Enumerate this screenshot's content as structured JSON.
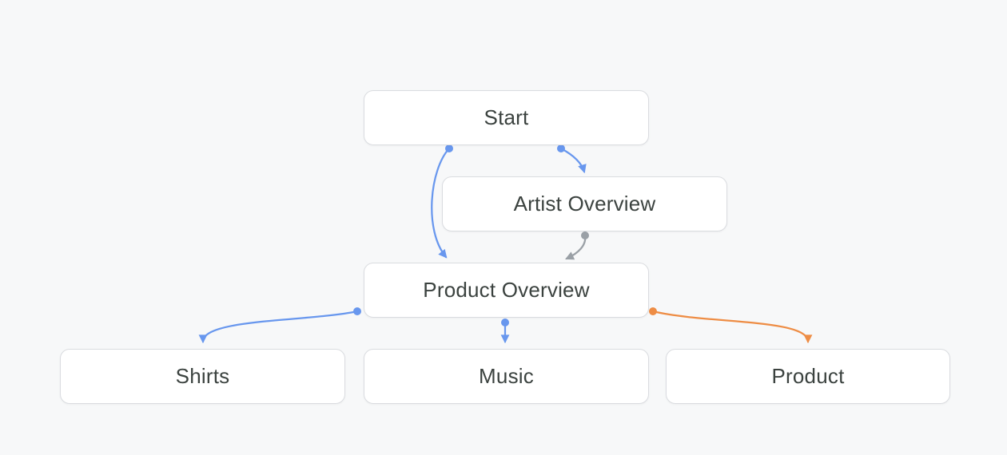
{
  "diagram": {
    "nodes": [
      {
        "id": "start",
        "label": "Start"
      },
      {
        "id": "artist-overview",
        "label": "Artist Overview"
      },
      {
        "id": "product-overview",
        "label": "Product Overview"
      },
      {
        "id": "shirts",
        "label": "Shirts"
      },
      {
        "id": "music",
        "label": "Music"
      },
      {
        "id": "product",
        "label": "Product"
      }
    ],
    "edges": [
      {
        "from": "start",
        "to": "product-overview",
        "color": "#6897EE"
      },
      {
        "from": "start",
        "to": "artist-overview",
        "color": "#6897EE"
      },
      {
        "from": "artist-overview",
        "to": "product-overview",
        "color": "#9AA0A6"
      },
      {
        "from": "product-overview",
        "to": "shirts",
        "color": "#6897EE"
      },
      {
        "from": "product-overview",
        "to": "music",
        "color": "#6897EE"
      },
      {
        "from": "product-overview",
        "to": "product",
        "color": "#EE8D45"
      }
    ],
    "colors": {
      "edge_blue": "#6897EE",
      "edge_gray": "#9AA0A6",
      "edge_orange": "#EE8D45",
      "node_background": "#FFFFFF",
      "node_border": "#DADCE0",
      "node_text": "#3B423F",
      "canvas_background": "#F7F8F9"
    }
  }
}
